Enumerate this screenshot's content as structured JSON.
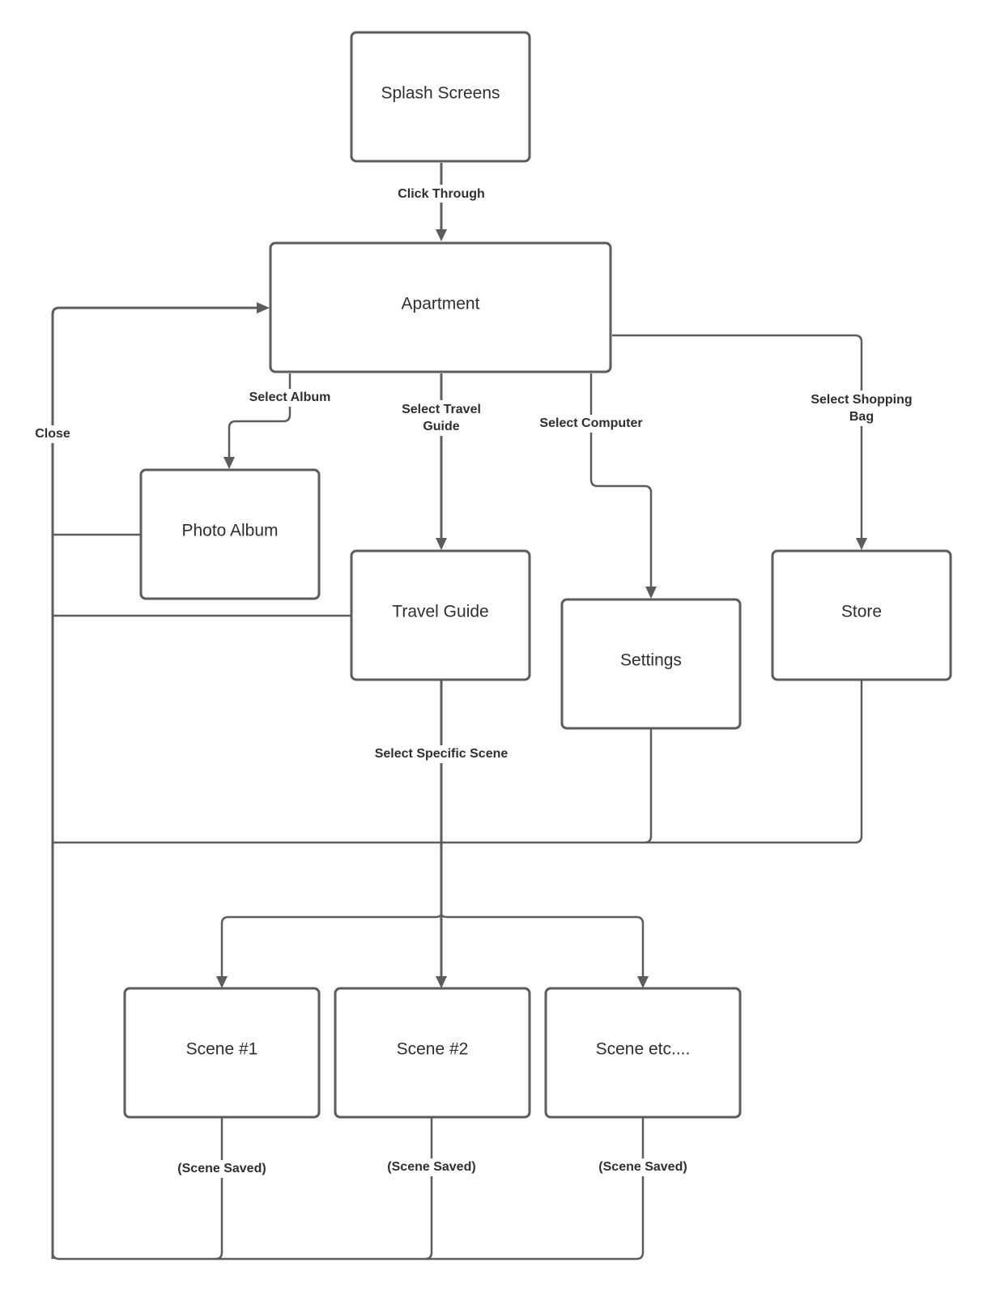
{
  "diagram": {
    "type": "flowchart",
    "colors": {
      "stroke": "#5c5c5c",
      "text": "#2f2f2f",
      "background": "#ffffff"
    },
    "nodes": {
      "splash": {
        "label": "Splash Screens"
      },
      "apartment": {
        "label": "Apartment"
      },
      "photo_album": {
        "label": "Photo Album"
      },
      "travel_guide": {
        "label": "Travel Guide"
      },
      "settings": {
        "label": "Settings"
      },
      "store": {
        "label": "Store"
      },
      "scene1": {
        "label": "Scene #1"
      },
      "scene2": {
        "label": "Scene #2"
      },
      "scene_etc": {
        "label": "Scene etc...."
      }
    },
    "edges": {
      "click_through": {
        "from": "splash",
        "to": "apartment",
        "label": "Click Through"
      },
      "select_album": {
        "from": "apartment",
        "to": "photo_album",
        "label": "Select Album"
      },
      "select_travel_guide": {
        "from": "apartment",
        "to": "travel_guide",
        "label": [
          "Select Travel",
          "Guide"
        ]
      },
      "select_computer": {
        "from": "apartment",
        "to": "settings",
        "label": "Select Computer"
      },
      "select_shopping_bag": {
        "from": "apartment",
        "to": "store",
        "label": [
          "Select Shopping",
          "Bag"
        ]
      },
      "select_specific_scene": {
        "from": "travel_guide",
        "to": [
          "scene1",
          "scene2",
          "scene_etc"
        ],
        "label": "Select Specific Scene"
      },
      "close": {
        "from": [
          "photo_album",
          "travel_guide",
          "settings",
          "store"
        ],
        "to": "apartment",
        "label": "Close"
      },
      "scene_saved_1": {
        "from": "scene1",
        "to": "apartment",
        "label": "(Scene Saved)"
      },
      "scene_saved_2": {
        "from": "scene2",
        "to": "apartment",
        "label": "(Scene Saved)"
      },
      "scene_saved_3": {
        "from": "scene_etc",
        "to": "apartment",
        "label": "(Scene Saved)"
      }
    }
  }
}
